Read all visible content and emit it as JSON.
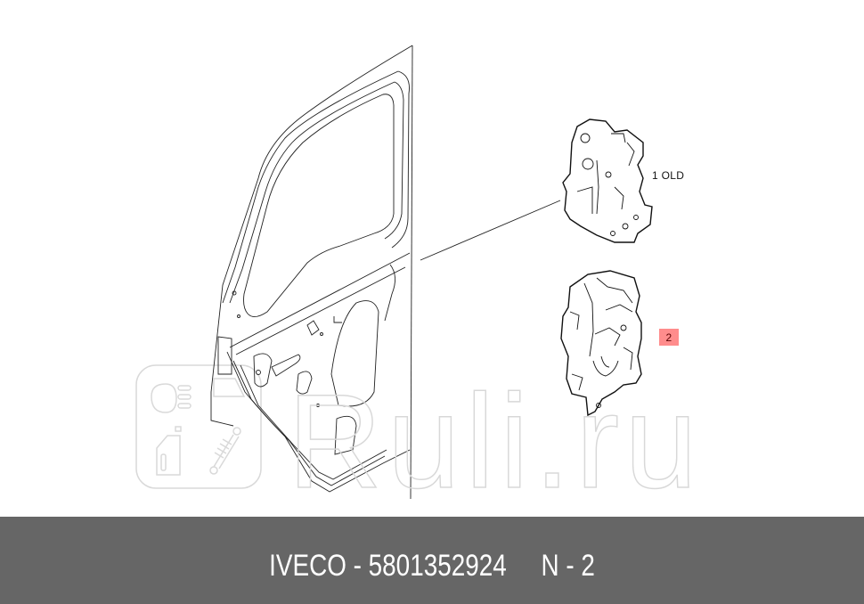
{
  "diagram": {
    "subject": "Door lock assembly exploded view",
    "callouts": [
      {
        "id": 1,
        "label": "1 OLD"
      },
      {
        "id": 2,
        "label": "2",
        "highlighted": true,
        "highlight_color": "#ff8c8c"
      }
    ]
  },
  "watermark": {
    "text": "Ruli.ru",
    "icons": [
      "headlight-icon",
      "oil-bottle-icon",
      "shock-absorber-icon",
      "windshield-icon"
    ]
  },
  "footer": {
    "text": "IVECO - 5801352924     N - 2",
    "background": "#666666",
    "text_color": "#ffffff"
  }
}
